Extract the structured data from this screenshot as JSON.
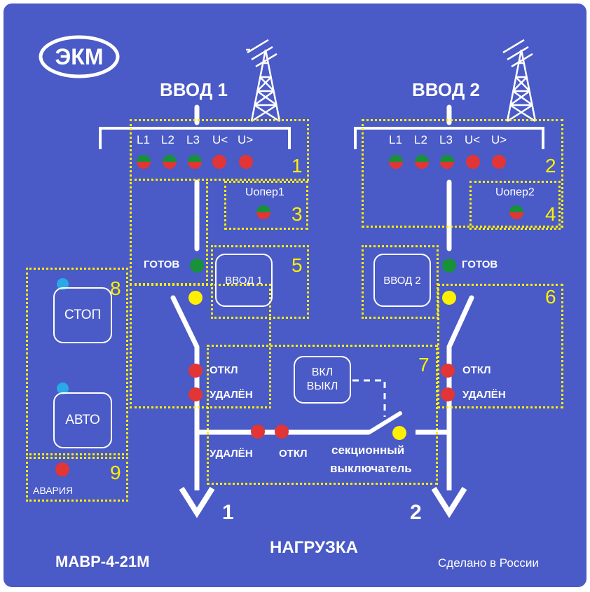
{
  "brand": {
    "logo_text": "ЭКМ"
  },
  "inputs": {
    "input1_title": "ВВОД 1",
    "input2_title": "ВВОД 2"
  },
  "phase_labels": [
    "L1",
    "L2",
    "L3",
    "U<",
    "U>"
  ],
  "zones": {
    "z1": "1",
    "z2": "2",
    "z3": "3",
    "z4": "4",
    "z5": "5",
    "z6": "6",
    "z7": "7",
    "z8": "8",
    "z9": "9"
  },
  "uoper1_label": "Uопер1",
  "uoper2_label": "Uопер2",
  "ready_label": "ГОТОВ",
  "buttons": {
    "input1": "ВВОД 1",
    "input2": "ВВОД 2",
    "stop": "СТОП",
    "auto": "АВТО",
    "on_off_line1": "ВКЛ",
    "on_off_line2": "ВЫКЛ"
  },
  "status": {
    "off": "ОТКЛ",
    "remote": "УДАЛЁН"
  },
  "section_switch": {
    "line1": "секционный",
    "line2": "выключатель"
  },
  "alarm_label": "АВАРИЯ",
  "load": {
    "label": "НАГРУЗКА",
    "out1": "1",
    "out2": "2"
  },
  "model": "МАВР-4-21М",
  "made_in": "Сделано в России",
  "colors": {
    "panel": "#4a5ac6",
    "zone_border": "#ffef00",
    "led_red": "#e23535",
    "led_green": "#17913a",
    "led_yellow": "#ffef00",
    "led_blue": "#2aa8e8"
  },
  "icons": [
    "antenna-tower-icon",
    "power-tower-icon",
    "down-arrow-icon"
  ]
}
